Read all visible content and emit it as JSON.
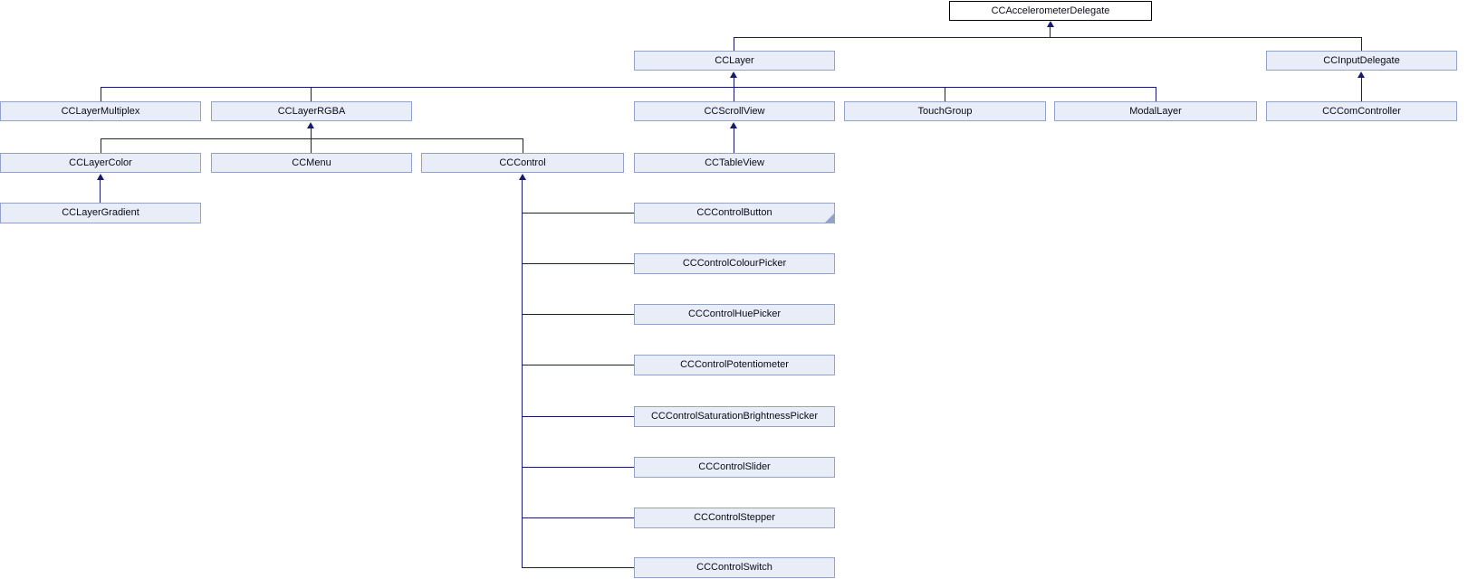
{
  "diagram": {
    "kind": "class-inheritance-graph",
    "colors": {
      "edge": "#191970",
      "node_fill": "#E8EDF7",
      "node_border": "#93A2C7",
      "root_fill": "#FFFFFF",
      "root_border": "#000000",
      "text": "#0B0B1A"
    },
    "nodes": {
      "accelerometer_delegate": {
        "label": "CCAccelerometerDelegate"
      },
      "layer": {
        "label": "CCLayer"
      },
      "input_delegate": {
        "label": "CCInputDelegate"
      },
      "layer_multiplex": {
        "label": "CCLayerMultiplex"
      },
      "layer_rgba": {
        "label": "CCLayerRGBA"
      },
      "scroll_view": {
        "label": "CCScrollView"
      },
      "touch_group": {
        "label": "TouchGroup"
      },
      "modal_layer": {
        "label": "ModalLayer"
      },
      "com_controller": {
        "label": "CCComController"
      },
      "layer_color": {
        "label": "CCLayerColor"
      },
      "menu": {
        "label": "CCMenu"
      },
      "control": {
        "label": "CCControl"
      },
      "table_view": {
        "label": "CCTableView"
      },
      "layer_gradient": {
        "label": "CCLayerGradient"
      },
      "control_button": {
        "label": "CCControlButton"
      },
      "control_colour_picker": {
        "label": "CCControlColourPicker"
      },
      "control_hue_picker": {
        "label": "CCControlHuePicker"
      },
      "control_potentiometer": {
        "label": "CCControlPotentiometer"
      },
      "control_saturation_brightness_picker": {
        "label": "CCControlSaturationBrightnessPicker"
      },
      "control_slider": {
        "label": "CCControlSlider"
      },
      "control_stepper": {
        "label": "CCControlStepper"
      },
      "control_switch": {
        "label": "CCControlSwitch"
      }
    },
    "truncated_nodes": [
      "CCControlButton"
    ],
    "edges": [
      {
        "derived": "CCLayer",
        "base": "CCAccelerometerDelegate"
      },
      {
        "derived": "CCInputDelegate",
        "base": "CCAccelerometerDelegate"
      },
      {
        "derived": "CCLayerMultiplex",
        "base": "CCLayer"
      },
      {
        "derived": "CCLayerRGBA",
        "base": "CCLayer"
      },
      {
        "derived": "CCScrollView",
        "base": "CCLayer"
      },
      {
        "derived": "TouchGroup",
        "base": "CCLayer"
      },
      {
        "derived": "ModalLayer",
        "base": "CCLayer"
      },
      {
        "derived": "CCComController",
        "base": "CCInputDelegate"
      },
      {
        "derived": "CCLayerColor",
        "base": "CCLayerRGBA"
      },
      {
        "derived": "CCMenu",
        "base": "CCLayerRGBA"
      },
      {
        "derived": "CCControl",
        "base": "CCLayerRGBA"
      },
      {
        "derived": "CCTableView",
        "base": "CCScrollView"
      },
      {
        "derived": "CCLayerGradient",
        "base": "CCLayerColor"
      },
      {
        "derived": "CCControlButton",
        "base": "CCControl"
      },
      {
        "derived": "CCControlColourPicker",
        "base": "CCControl"
      },
      {
        "derived": "CCControlHuePicker",
        "base": "CCControl"
      },
      {
        "derived": "CCControlPotentiometer",
        "base": "CCControl"
      },
      {
        "derived": "CCControlSaturationBrightnessPicker",
        "base": "CCControl"
      },
      {
        "derived": "CCControlSlider",
        "base": "CCControl"
      },
      {
        "derived": "CCControlStepper",
        "base": "CCControl"
      },
      {
        "derived": "CCControlSwitch",
        "base": "CCControl"
      }
    ]
  }
}
